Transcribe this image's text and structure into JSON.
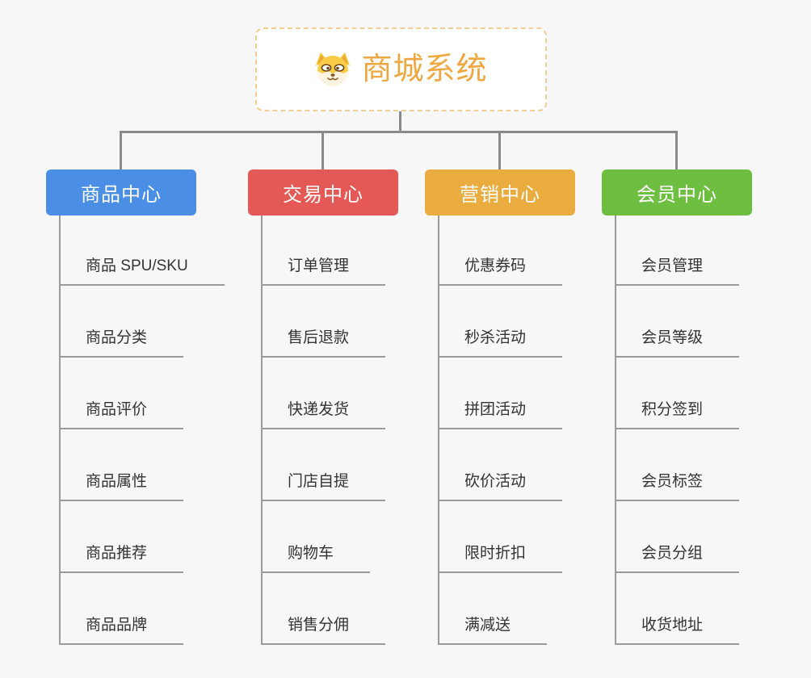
{
  "app": {
    "background_color": "#F7F7F7",
    "connector_color": "#8A8A8A"
  },
  "root": {
    "title": "商城系统",
    "icon": "dog-face-icon",
    "accent_color": "#EFA740",
    "border_color": "#F0CD92"
  },
  "branches": [
    {
      "label": "商品中心",
      "color": "#4A8FE5",
      "items": [
        "商品 SPU/SKU",
        "商品分类",
        "商品评价",
        "商品属性",
        "商品推荐",
        "商品品牌"
      ]
    },
    {
      "label": "交易中心",
      "color": "#E45956",
      "items": [
        "订单管理",
        "售后退款",
        "快递发货",
        "门店自提",
        "购物车",
        "销售分佣"
      ]
    },
    {
      "label": "营销中心",
      "color": "#EAAC3E",
      "items": [
        "优惠券码",
        "秒杀活动",
        "拼团活动",
        "砍价活动",
        "限时折扣",
        "满减送"
      ]
    },
    {
      "label": "会员中心",
      "color": "#6EBF41",
      "items": [
        "会员管理",
        "会员等级",
        "积分签到",
        "会员标签",
        "会员分组",
        "收货地址"
      ]
    }
  ],
  "leaf_style": {
    "underline_color": "#9A9A9A",
    "text_color": "#333333"
  }
}
